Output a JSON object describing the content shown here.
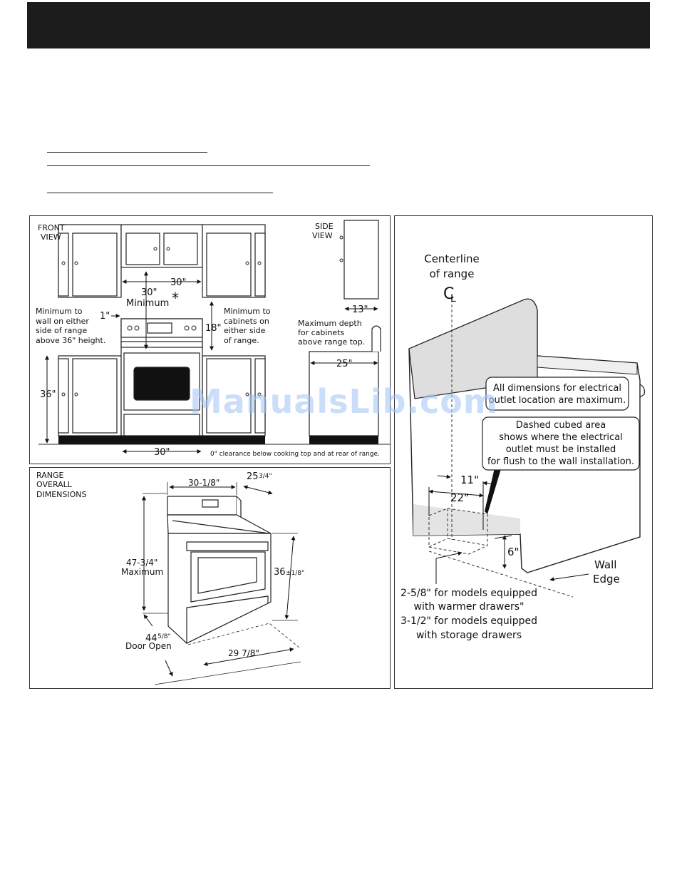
{
  "front_view": {
    "title_1": "FRONT",
    "title_2": "VIEW",
    "dim_30_top": "30\"",
    "dim_30_min": "30\"",
    "dim_min_label": "Minimum",
    "asterisk": "*",
    "dim_1": "1\"",
    "wall_note": [
      "Minimum to",
      "wall on either",
      "side of range",
      "above 36\" height."
    ],
    "dim_18": "18\"",
    "cabinet_note": [
      "Minimum to",
      "cabinets on",
      "either side",
      "of range."
    ],
    "dim_36": "36\"",
    "dim_30_bottom": "30\"",
    "clearance_note": "0\" clearance below cooking top and at rear of range."
  },
  "side_view": {
    "title_1": "SIDE",
    "title_2": "VIEW",
    "dim_13": "13\"",
    "depth_note": [
      "Maximum depth",
      "for cabinets",
      "above range top."
    ],
    "dim_25": "25\""
  },
  "overall": {
    "title": [
      "RANGE",
      "OVERALL",
      "DIMENSIONS"
    ],
    "width": "30-1/8\"",
    "depth_whole": "25",
    "depth_frac": "3/4\"",
    "height_1": "47-3/4\"",
    "height_2": "Maximum",
    "side_h_whole": "36",
    "side_h_frac": "±1/8\"",
    "door_whole": "44",
    "door_frac": "5/8\"",
    "door_label": "Door Open",
    "base_depth": "29 7/8\""
  },
  "outlet": {
    "centerline_1": "Centerline",
    "centerline_2": "of range",
    "cl_symbol": "C",
    "cl_symbol_2": "L",
    "box1": [
      "All dimensions for electrical",
      "outlet location are maximum."
    ],
    "box2": [
      "Dashed cubed area",
      "shows where the electrical",
      "outlet must be installed",
      "for flush to the wall installation."
    ],
    "dim_11": "11\"",
    "dim_22": "22\"",
    "dim_6": "6\"",
    "wall_edge_1": "Wall",
    "wall_edge_2": "Edge",
    "drawer_note": [
      "2-5/8\" for models equipped",
      "with warmer drawers\"",
      "3-1/2\" for models equipped",
      "with storage drawers"
    ]
  },
  "watermark": "ManualsLib.com"
}
